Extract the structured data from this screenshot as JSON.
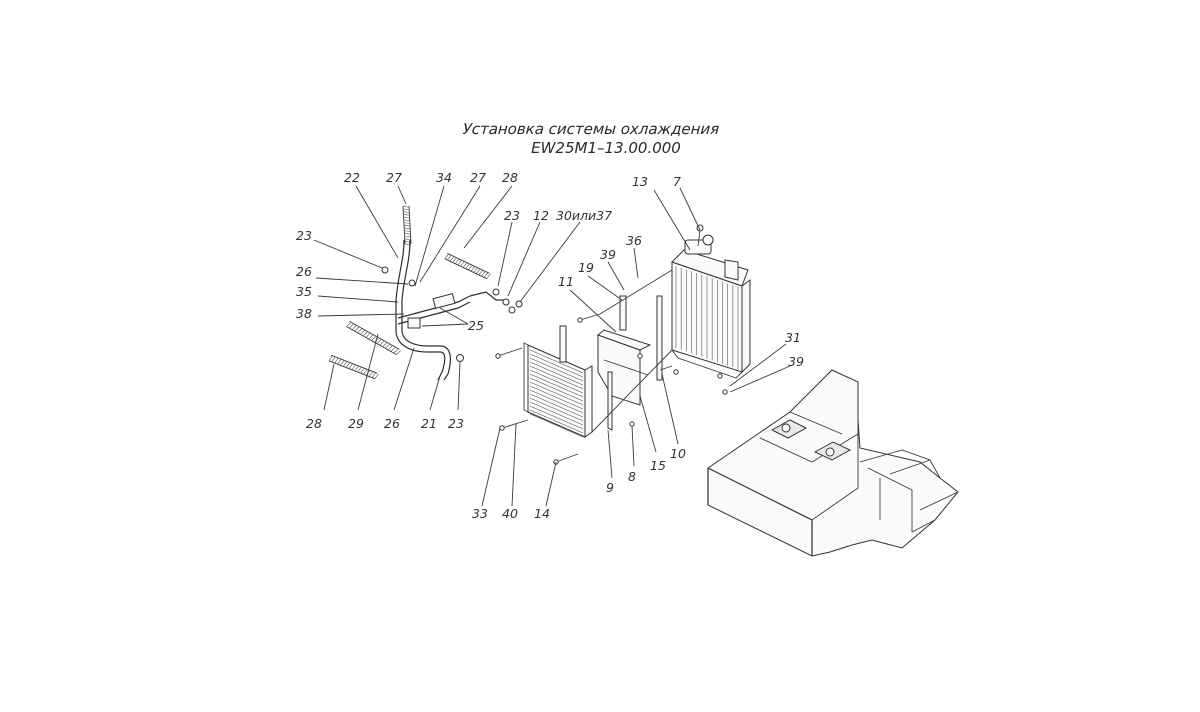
{
  "title": {
    "line1": "Установка системы охлаждения",
    "line2": "EW25M1–13.00.000"
  },
  "callouts": [
    {
      "id": "c22a",
      "text": "22"
    },
    {
      "id": "c27a",
      "text": "27"
    },
    {
      "id": "c34",
      "text": "34"
    },
    {
      "id": "c27b",
      "text": "27"
    },
    {
      "id": "c28a",
      "text": "28"
    },
    {
      "id": "c23a",
      "text": "23"
    },
    {
      "id": "c26a",
      "text": "26"
    },
    {
      "id": "c35",
      "text": "35"
    },
    {
      "id": "c38",
      "text": "38"
    },
    {
      "id": "c25",
      "text": "25"
    },
    {
      "id": "c23b",
      "text": "23"
    },
    {
      "id": "c12",
      "text": "12"
    },
    {
      "id": "c3037",
      "text": "30или37"
    },
    {
      "id": "c13",
      "text": "13"
    },
    {
      "id": "c7",
      "text": "7"
    },
    {
      "id": "c36",
      "text": "36"
    },
    {
      "id": "c39a",
      "text": "39"
    },
    {
      "id": "c19",
      "text": "19"
    },
    {
      "id": "c11",
      "text": "11"
    },
    {
      "id": "c31",
      "text": "31"
    },
    {
      "id": "c39b",
      "text": "39"
    },
    {
      "id": "c28b",
      "text": "28"
    },
    {
      "id": "c29",
      "text": "29"
    },
    {
      "id": "c26b",
      "text": "26"
    },
    {
      "id": "c21",
      "text": "21"
    },
    {
      "id": "c23c",
      "text": "23"
    },
    {
      "id": "c10",
      "text": "10"
    },
    {
      "id": "c15",
      "text": "15"
    },
    {
      "id": "c8",
      "text": "8"
    },
    {
      "id": "c9",
      "text": "9"
    },
    {
      "id": "c14",
      "text": "14"
    },
    {
      "id": "c40",
      "text": "40"
    },
    {
      "id": "c33",
      "text": "33"
    }
  ]
}
